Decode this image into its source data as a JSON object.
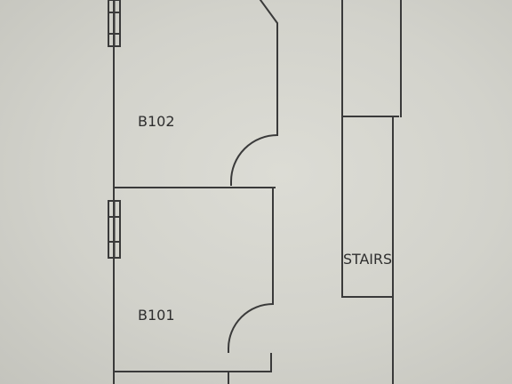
{
  "rooms": [
    {
      "label": "B102"
    },
    {
      "label": "B101"
    }
  ],
  "stairs": {
    "label": "STAIRS"
  },
  "colors": {
    "background": "#d6d6cf",
    "line": "#3a3a3a",
    "text": "#2e2e2e"
  }
}
